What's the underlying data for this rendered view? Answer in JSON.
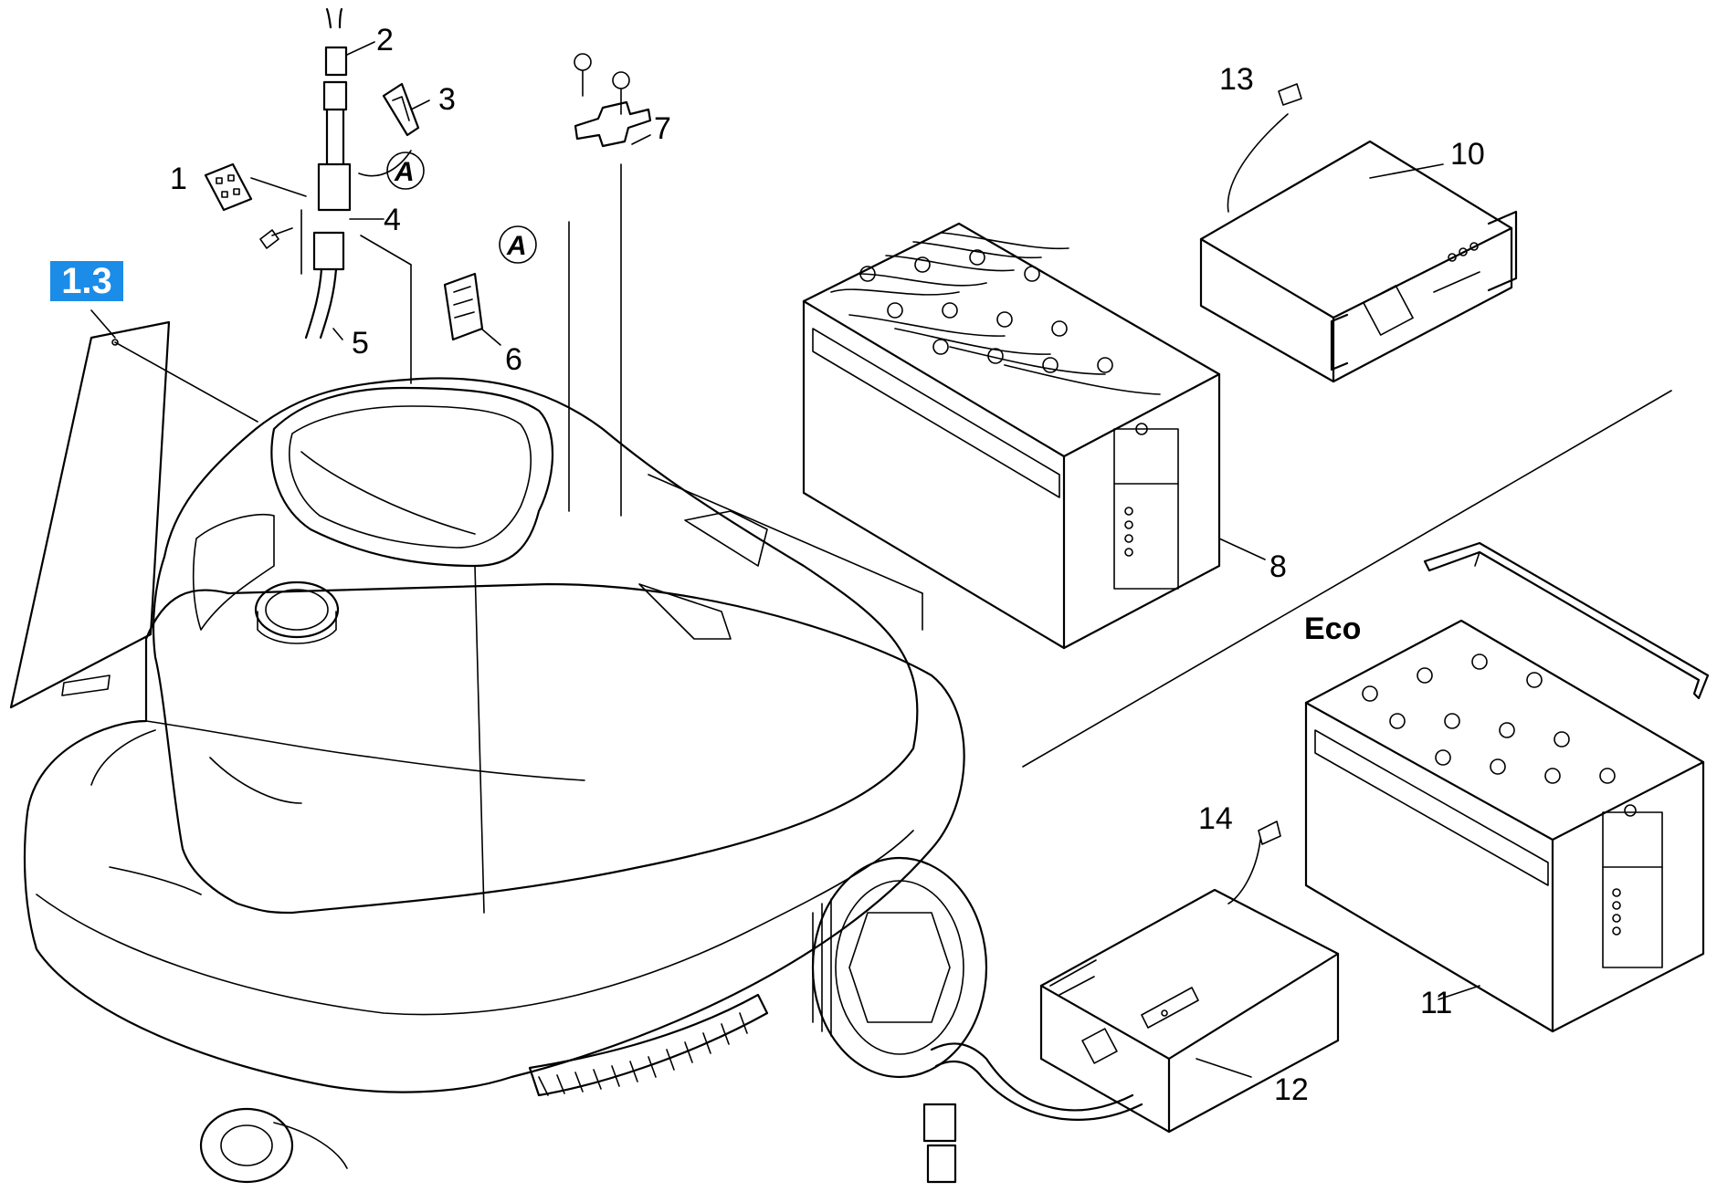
{
  "section_badge": "1.3",
  "group_label": "Eco",
  "callout_marker": "A",
  "parts": [
    {
      "number": "1"
    },
    {
      "number": "2"
    },
    {
      "number": "3"
    },
    {
      "number": "4"
    },
    {
      "number": "5"
    },
    {
      "number": "6"
    },
    {
      "number": "7"
    },
    {
      "number": "8"
    },
    {
      "number": "10"
    },
    {
      "number": "11"
    },
    {
      "number": "12"
    },
    {
      "number": "13"
    },
    {
      "number": "14"
    }
  ],
  "colors": {
    "badge_background": "#1b8ce8",
    "badge_text": "#ffffff",
    "line": "#000000"
  }
}
